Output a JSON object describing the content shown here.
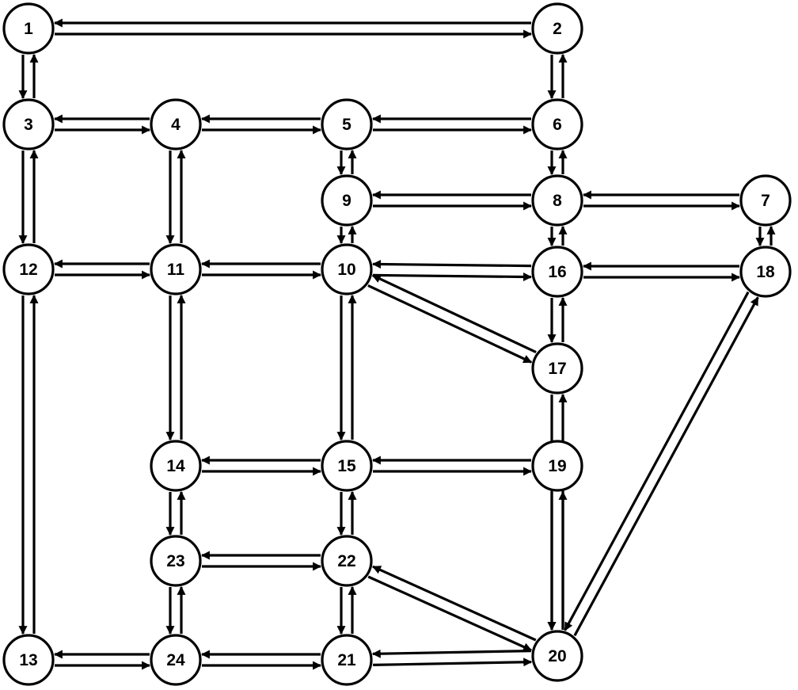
{
  "colors": {
    "stroke": "#000000",
    "background": "#ffffff"
  },
  "nodes": [
    {
      "id": "1",
      "label": "1"
    },
    {
      "id": "2",
      "label": "2"
    },
    {
      "id": "3",
      "label": "3"
    },
    {
      "id": "4",
      "label": "4"
    },
    {
      "id": "5",
      "label": "5"
    },
    {
      "id": "6",
      "label": "6"
    },
    {
      "id": "7",
      "label": "7"
    },
    {
      "id": "8",
      "label": "8"
    },
    {
      "id": "9",
      "label": "9"
    },
    {
      "id": "10",
      "label": "10"
    },
    {
      "id": "11",
      "label": "11"
    },
    {
      "id": "12",
      "label": "12"
    },
    {
      "id": "13",
      "label": "13"
    },
    {
      "id": "14",
      "label": "14"
    },
    {
      "id": "15",
      "label": "15"
    },
    {
      "id": "16",
      "label": "16"
    },
    {
      "id": "17",
      "label": "17"
    },
    {
      "id": "18",
      "label": "18"
    },
    {
      "id": "19",
      "label": "19"
    },
    {
      "id": "20",
      "label": "20"
    },
    {
      "id": "21",
      "label": "21"
    },
    {
      "id": "22",
      "label": "22"
    },
    {
      "id": "23",
      "label": "23"
    },
    {
      "id": "24",
      "label": "24"
    }
  ],
  "edges": [
    {
      "from": "1",
      "to": "2"
    },
    {
      "from": "2",
      "to": "1"
    },
    {
      "from": "1",
      "to": "3"
    },
    {
      "from": "3",
      "to": "1"
    },
    {
      "from": "2",
      "to": "6"
    },
    {
      "from": "6",
      "to": "2"
    },
    {
      "from": "3",
      "to": "4"
    },
    {
      "from": "4",
      "to": "3"
    },
    {
      "from": "4",
      "to": "5"
    },
    {
      "from": "5",
      "to": "4"
    },
    {
      "from": "5",
      "to": "6"
    },
    {
      "from": "6",
      "to": "5"
    },
    {
      "from": "3",
      "to": "12"
    },
    {
      "from": "12",
      "to": "3"
    },
    {
      "from": "4",
      "to": "11"
    },
    {
      "from": "11",
      "to": "4"
    },
    {
      "from": "5",
      "to": "9"
    },
    {
      "from": "9",
      "to": "5"
    },
    {
      "from": "6",
      "to": "8"
    },
    {
      "from": "8",
      "to": "6"
    },
    {
      "from": "9",
      "to": "8"
    },
    {
      "from": "8",
      "to": "9"
    },
    {
      "from": "8",
      "to": "7"
    },
    {
      "from": "7",
      "to": "8"
    },
    {
      "from": "9",
      "to": "10"
    },
    {
      "from": "10",
      "to": "9"
    },
    {
      "from": "8",
      "to": "16"
    },
    {
      "from": "16",
      "to": "8"
    },
    {
      "from": "7",
      "to": "18"
    },
    {
      "from": "18",
      "to": "7"
    },
    {
      "from": "12",
      "to": "11"
    },
    {
      "from": "11",
      "to": "12"
    },
    {
      "from": "11",
      "to": "10"
    },
    {
      "from": "10",
      "to": "11"
    },
    {
      "from": "10",
      "to": "16"
    },
    {
      "from": "16",
      "to": "10"
    },
    {
      "from": "16",
      "to": "18"
    },
    {
      "from": "18",
      "to": "16"
    },
    {
      "from": "10",
      "to": "17"
    },
    {
      "from": "17",
      "to": "10"
    },
    {
      "from": "16",
      "to": "17"
    },
    {
      "from": "17",
      "to": "16"
    },
    {
      "from": "12",
      "to": "13"
    },
    {
      "from": "13",
      "to": "12"
    },
    {
      "from": "11",
      "to": "14"
    },
    {
      "from": "14",
      "to": "11"
    },
    {
      "from": "10",
      "to": "15"
    },
    {
      "from": "15",
      "to": "10"
    },
    {
      "from": "17",
      "to": "20"
    },
    {
      "from": "20",
      "to": "17"
    },
    {
      "from": "14",
      "to": "15"
    },
    {
      "from": "15",
      "to": "14"
    },
    {
      "from": "15",
      "to": "19"
    },
    {
      "from": "19",
      "to": "15"
    },
    {
      "from": "14",
      "to": "23"
    },
    {
      "from": "23",
      "to": "14"
    },
    {
      "from": "15",
      "to": "22"
    },
    {
      "from": "22",
      "to": "15"
    },
    {
      "from": "19",
      "to": "20"
    },
    {
      "from": "20",
      "to": "19"
    },
    {
      "from": "23",
      "to": "22"
    },
    {
      "from": "22",
      "to": "23"
    },
    {
      "from": "23",
      "to": "24"
    },
    {
      "from": "24",
      "to": "23"
    },
    {
      "from": "22",
      "to": "21"
    },
    {
      "from": "21",
      "to": "22"
    },
    {
      "from": "22",
      "to": "20"
    },
    {
      "from": "20",
      "to": "22"
    },
    {
      "from": "13",
      "to": "24"
    },
    {
      "from": "24",
      "to": "13"
    },
    {
      "from": "24",
      "to": "21"
    },
    {
      "from": "21",
      "to": "24"
    },
    {
      "from": "21",
      "to": "20"
    },
    {
      "from": "20",
      "to": "21"
    },
    {
      "from": "18",
      "to": "20"
    },
    {
      "from": "20",
      "to": "18"
    }
  ]
}
